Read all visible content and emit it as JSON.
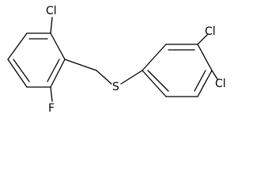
{
  "molecule": {
    "atoms": {
      "cl_top_left": "Cl",
      "fluorine": "F",
      "sulfur": "S",
      "cl_right_upper": "Cl",
      "cl_right_lower": "Cl"
    }
  }
}
